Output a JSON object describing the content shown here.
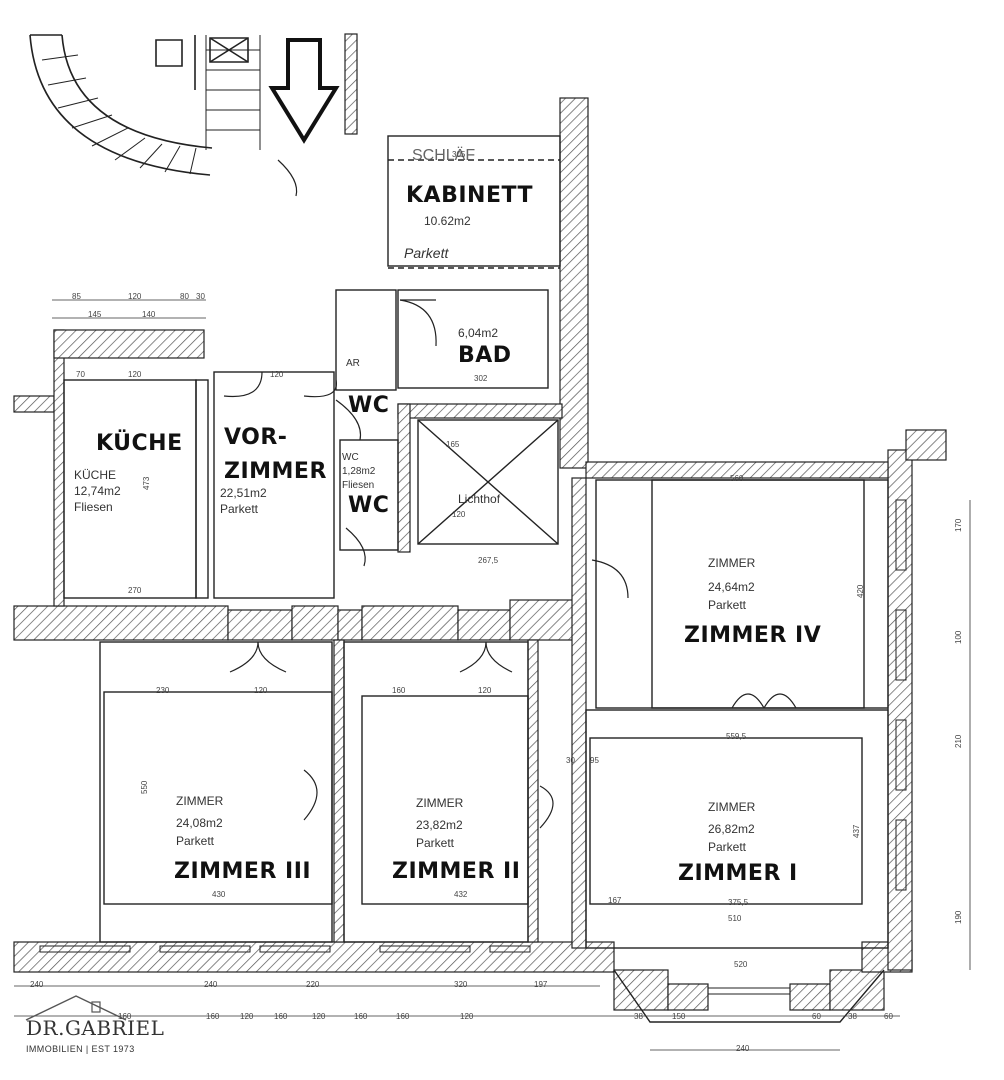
{
  "rooms": {
    "kabinett": {
      "label": "KABINETT",
      "area": "10.62m2",
      "floor": "Parkett",
      "overlay": "SCHLÄF"
    },
    "bad": {
      "label": "BAD",
      "area": "6,04m2"
    },
    "ar": {
      "label": "AR"
    },
    "wc1": {
      "label": "WC"
    },
    "wc2": {
      "label": "WC",
      "small_label": "WC",
      "area": "1,28m2",
      "floor": "Fliesen"
    },
    "kueche": {
      "label": "KÜCHE",
      "name": "KÜCHE",
      "area": "12,74m2",
      "floor": "Fliesen"
    },
    "vorzimmer": {
      "label_line1": "VOR-",
      "label_line2": "ZIMMER",
      "area": "22,51m2",
      "floor": "Parkett"
    },
    "lichthof": {
      "label": "Lichthof"
    },
    "zimmer4": {
      "label": "ZIMMER IV",
      "name": "ZIMMER",
      "area": "24,64m2",
      "floor": "Parkett"
    },
    "zimmer3": {
      "label": "ZIMMER III",
      "name": "ZIMMER",
      "area": "24,08m2",
      "floor": "Parkett"
    },
    "zimmer2": {
      "label": "ZIMMER II",
      "name": "ZIMMER",
      "area": "23,82m2",
      "floor": "Parkett"
    },
    "zimmer1": {
      "label": "ZIMMER I",
      "name": "ZIMMER",
      "area": "26,82m2",
      "floor": "Parkett"
    }
  },
  "dimensions": {
    "top_row": [
      "85",
      "120",
      "80",
      "30",
      "145",
      "140"
    ],
    "kabinett_width": "305",
    "bad_width": "302",
    "kueche_top": "70",
    "kueche_top2": "120",
    "kueche_bottom": "270",
    "kueche_height": "473",
    "vorzimmer_top": "120",
    "zimmer4_top": "560",
    "zimmer4_bottom": "559,5",
    "zimmer4_height": "420",
    "lichthof_w1": "165",
    "lichthof_w2": "120",
    "lichthof_w3": "267,5",
    "zimmer3_top": "230",
    "zimmer3_door": "120",
    "zimmer3_bottom": "430",
    "zimmer3_height": "550",
    "zimmer2_top": "160",
    "zimmer2_door": "120",
    "zimmer2_bottom": "432",
    "zimmer1_top1": "30",
    "zimmer1_top2": "95",
    "zimmer1_w1": "375,5",
    "zimmer1_w2": "510",
    "zimmer1_height": "437",
    "bottom_row": [
      "240",
      "160",
      "240",
      "160",
      "120",
      "160",
      "220",
      "120",
      "160",
      "160",
      "320",
      "120",
      "197",
      "167",
      "38",
      "150",
      "520",
      "60",
      "38",
      "60"
    ],
    "balcony": "240",
    "side": [
      "170",
      "100",
      "210",
      "190"
    ]
  },
  "logo": {
    "name": "DR.GABRIEL",
    "tagline": "IMMOBILIEN | EST 1973"
  },
  "colors": {
    "line": "#222222",
    "hatch": "#555555",
    "paper": "#ffffff"
  }
}
